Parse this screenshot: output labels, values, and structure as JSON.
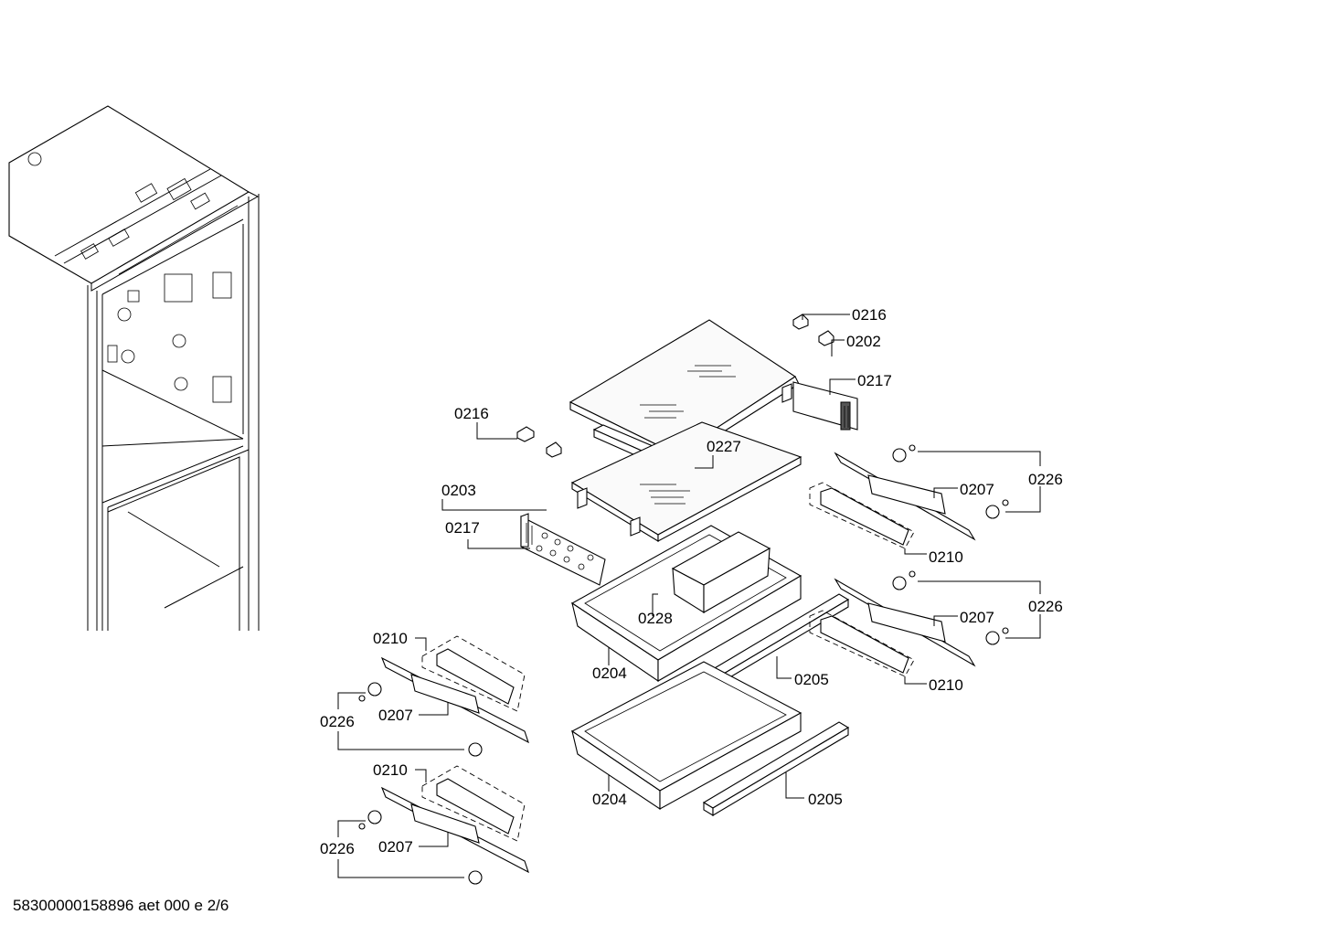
{
  "callouts": {
    "c0216a": "0216",
    "c0202": "0202",
    "c0217a": "0217",
    "c0216b": "0216",
    "c0227": "0227",
    "c0203": "0203",
    "c0217b": "0217",
    "c0207a": "0207",
    "c0226a": "0226",
    "c0210a": "0210",
    "c0228": "0228",
    "c0207b": "0207",
    "c0226b": "0226",
    "c0210b": "0210",
    "c0210c": "0210",
    "c0204a": "0204",
    "c0205a": "0205",
    "c0226c": "0226",
    "c0207c": "0207",
    "c0210d": "0210",
    "c0204b": "0204",
    "c0205b": "0205",
    "c0226d": "0226",
    "c0207d": "0207"
  },
  "footer": "58300000158896 aet 000 e 2/6"
}
